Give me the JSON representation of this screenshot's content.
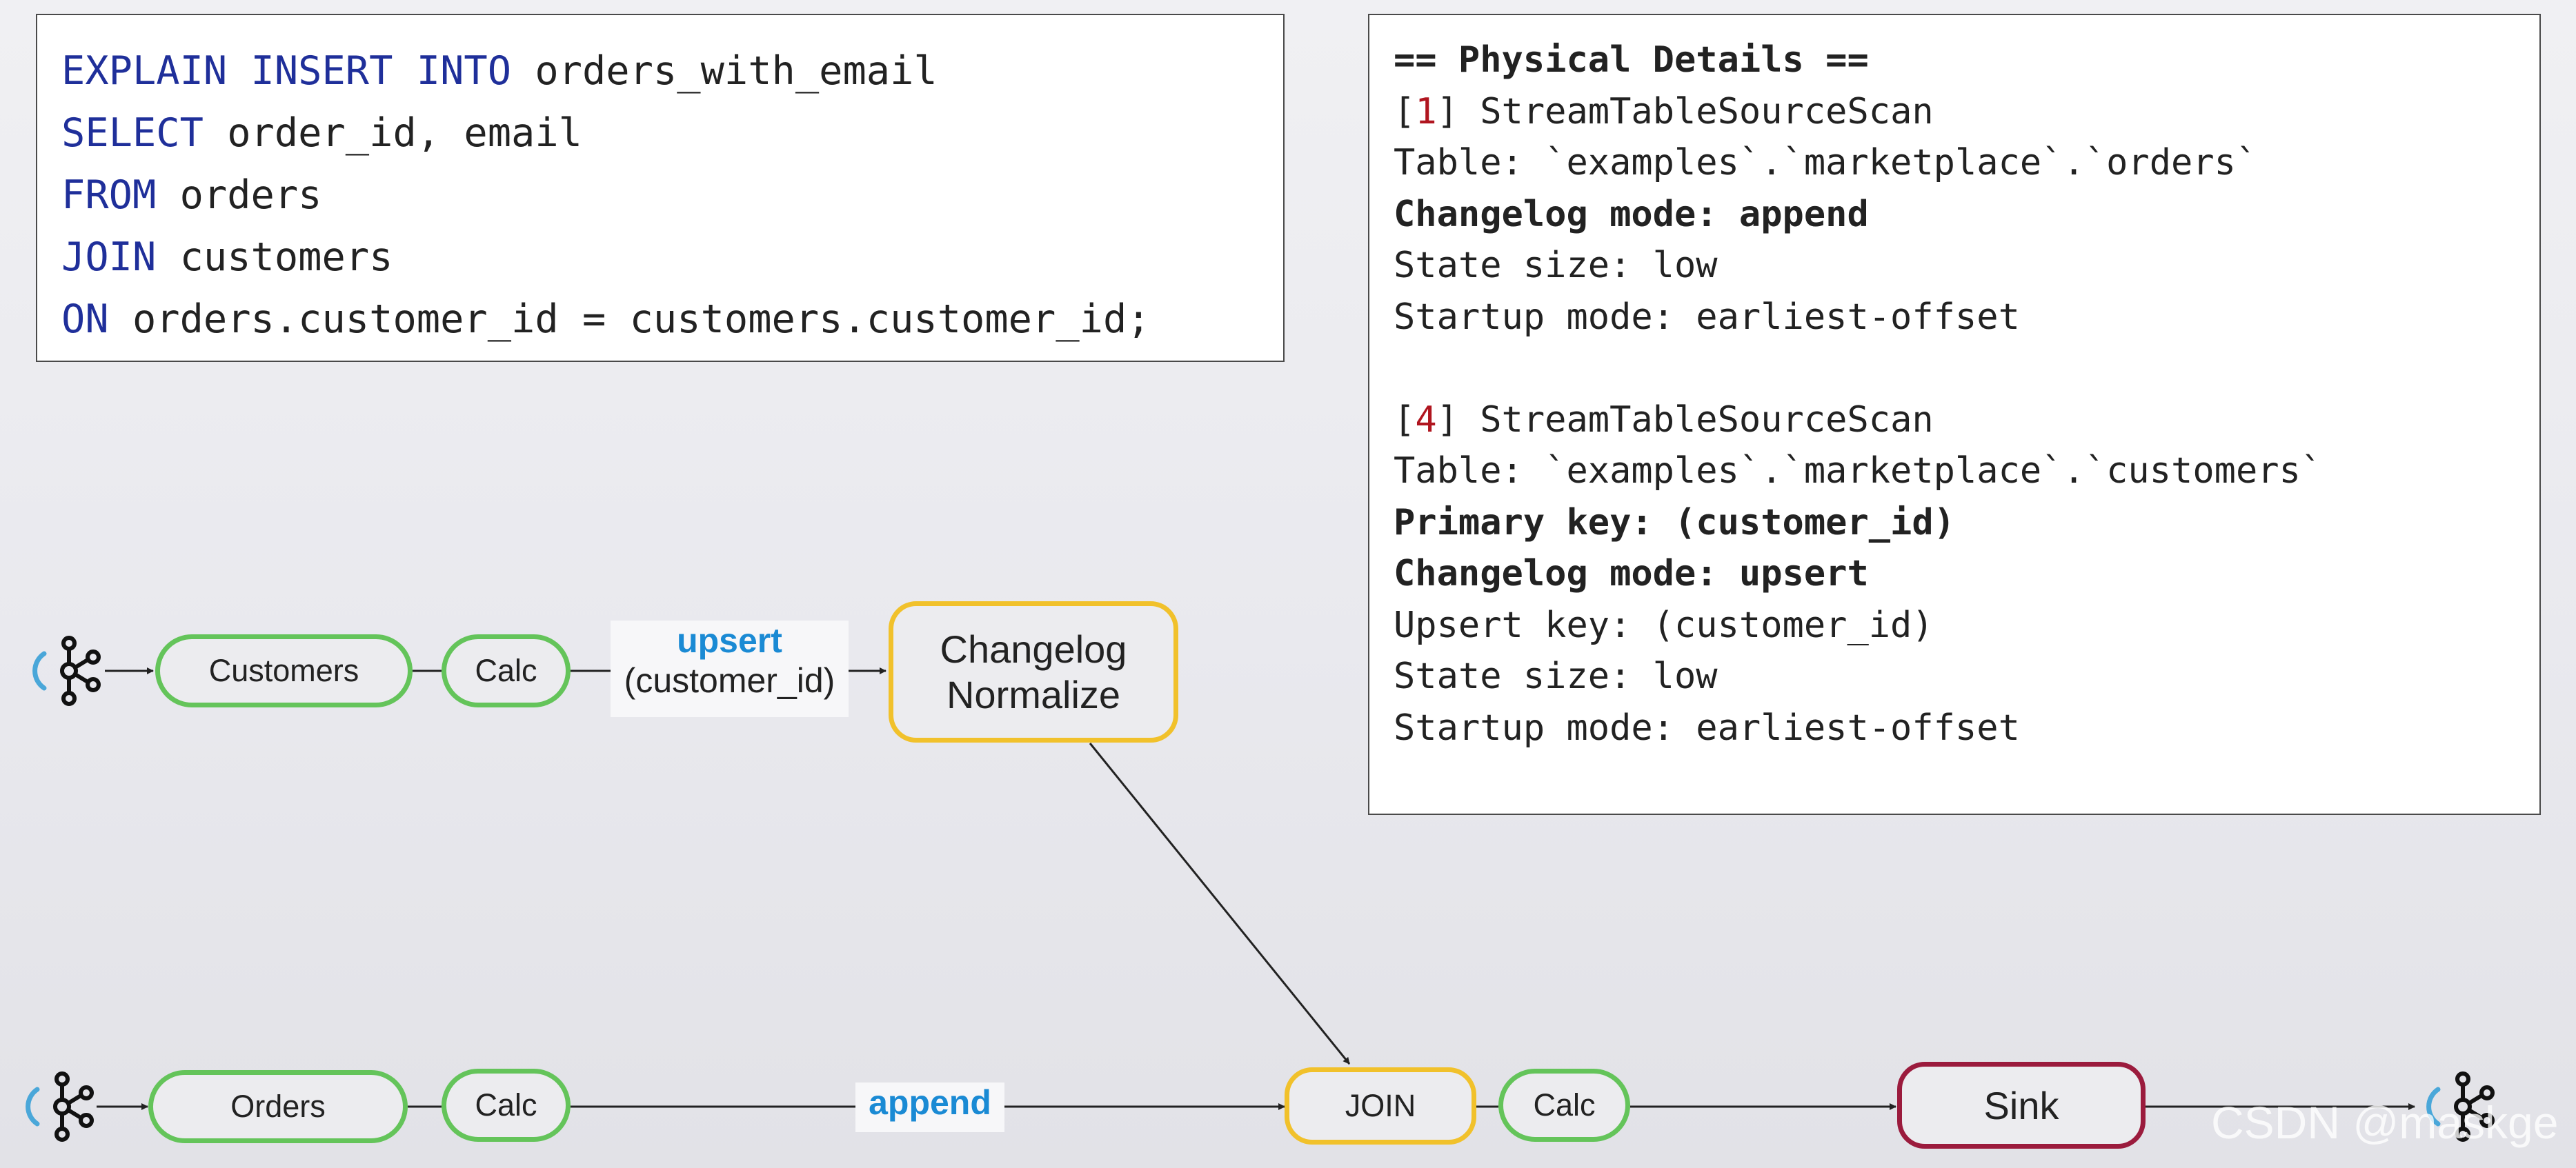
{
  "sql": {
    "lines": [
      {
        "kw": "EXPLAIN INSERT INTO",
        "rest": " orders_with_email"
      },
      {
        "kw": "SELECT",
        "rest": " order_id, email"
      },
      {
        "kw": "FROM",
        "rest": " orders"
      },
      {
        "kw": "JOIN",
        "rest": " customers"
      },
      {
        "kw": "ON",
        "rest": " orders.customer_id = customers.customer_id;"
      }
    ]
  },
  "details": {
    "title": "== Physical Details ==",
    "scan1": {
      "prefix": "[",
      "num": "1",
      "suffix": "] StreamTableSourceScan",
      "table": "Table: `examples`.`marketplace`.`orders`",
      "changelog": "Changelog mode: append",
      "state": "State size: low",
      "startup": "Startup mode: earliest-offset"
    },
    "scan4": {
      "prefix": "[",
      "num": "4",
      "suffix": "] StreamTableSourceScan",
      "table": "Table: `examples`.`marketplace`.`customers`",
      "pk": "Primary key: (customer_id)",
      "changelog": "Changelog mode: upsert",
      "upsert_key": "Upsert key: (customer_id)",
      "state": "State size: low",
      "startup": "Startup mode: earliest-offset"
    }
  },
  "diagram": {
    "customers": "Customers",
    "calc_top": "Calc",
    "upsert_mode": "upsert",
    "upsert_key": "(customer_id)",
    "changelog_normalize": [
      "Changelog",
      "Normalize"
    ],
    "orders": "Orders",
    "calc_bottom": "Calc",
    "append_mode": "append",
    "join": "JOIN",
    "calc_after_join": "Calc",
    "sink": "Sink"
  },
  "colors": {
    "keyword": "#1f2f9a",
    "changelog_mode": "#1a8ad4",
    "node_green": "#64c45a",
    "node_yellow": "#f1c12b",
    "node_sink": "#9b1b3d",
    "operator_index": "#b0151f"
  },
  "icons": {
    "source_top": "kafka-icon",
    "source_bottom": "kafka-icon",
    "sink_target": "kafka-icon"
  },
  "watermark": "CSDN @maskge"
}
